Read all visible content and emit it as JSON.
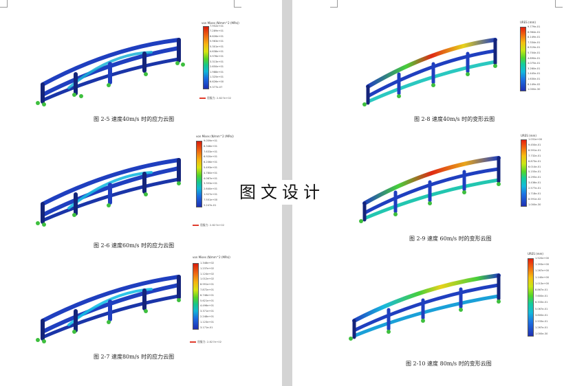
{
  "left_page": {
    "figures": [
      {
        "caption": "图 2-5  速度40m/s 时的应力云图",
        "legend_title": "von Mises (N/mm^2 (MPa))",
        "ticks": [
          "7.952e+01",
          "7.289e+01",
          "6.626e+01",
          "5.963e+01",
          "5.301e+01",
          "4.638e+01",
          "3.976e+01",
          "3.313e+01",
          "2.650e+01",
          "1.988e+01",
          "1.325e+01",
          "6.626e+00",
          "9.377e-07"
        ],
        "yield_label": "屈服力: 2.827e+02"
      },
      {
        "caption": "图 2-6  速度60m/s 时的应力云图",
        "legend_title": "von Mises (N/mm^2 (MPa))",
        "ticks": [
          "9.059e+01",
          "8.346e+01",
          "7.633e+01",
          "6.920e+01",
          "6.206e+01",
          "5.493e+01",
          "4.780e+01",
          "4.067e+01",
          "3.353e+01",
          "2.640e+01",
          "1.927e+01",
          "7.501e+00",
          "5.247e-01"
        ],
        "yield_label": "屈服力: 2.827e+02"
      },
      {
        "caption": "图 2-7  速度80m/s 时的应力云图",
        "legend_title": "von Mises (N/mm^2 (MPa))",
        "ticks": [
          "1.348e+02",
          "1.237e+02",
          "1.124e+02",
          "1.012e+02",
          "8.991e+01",
          "7.872e+01",
          "6.746e+01",
          "5.621e+01",
          "4.496e+01",
          "3.371e+01",
          "2.248e+01",
          "1.123e+01",
          "3.171e-01"
        ],
        "yield_label": "屈服力: 2.827e+02"
      }
    ]
  },
  "right_page": {
    "figures": [
      {
        "caption": "图 2-8  速度40m/s 时的变形云图",
        "legend_title": "URES (mm)",
        "ticks": [
          "9.779e-01",
          "8.964e-01",
          "8.149e-01",
          "7.334e-01",
          "6.519e-01",
          "5.704e-01",
          "4.890e-01",
          "4.075e-01",
          "3.260e-01",
          "2.445e-01",
          "1.630e-01",
          "8.149e-02",
          "1.000e-30"
        ]
      },
      {
        "caption": "图 2-9  速度 60m/s 时的变形云图",
        "legend_title": "URES (mm)",
        "ticks": [
          "1.031e+00",
          "9.450e-01",
          "8.591e-01",
          "7.732e-01",
          "6.873e-01",
          "6.014e-01",
          "5.155e-01",
          "4.295e-01",
          "3.436e-01",
          "2.577e-01",
          "1.718e-01",
          "8.591e-02",
          "1.000e-30"
        ]
      },
      {
        "caption": "图 2-10  速度 80m/s 时的变形云图",
        "legend_title": "URES (mm)",
        "ticks": [
          "1.520e+00",
          "1.393e+00",
          "1.267e+00",
          "1.140e+00",
          "1.013e+00",
          "8.867e-01",
          "7.600e-01",
          "6.333e-01",
          "5.067e-01",
          "3.800e-01",
          "2.533e-01",
          "1.267e-01",
          "1.000e-30"
        ]
      }
    ]
  },
  "watermark": "图文设计",
  "colors": {
    "frame_blue": "#1f3fbf",
    "frame_dark": "#14247a",
    "fixture_green": "#3ebf3e",
    "hot_red": "#e02a14",
    "warm_yellow": "#e8d21a",
    "mid_green": "#47cf3b"
  }
}
